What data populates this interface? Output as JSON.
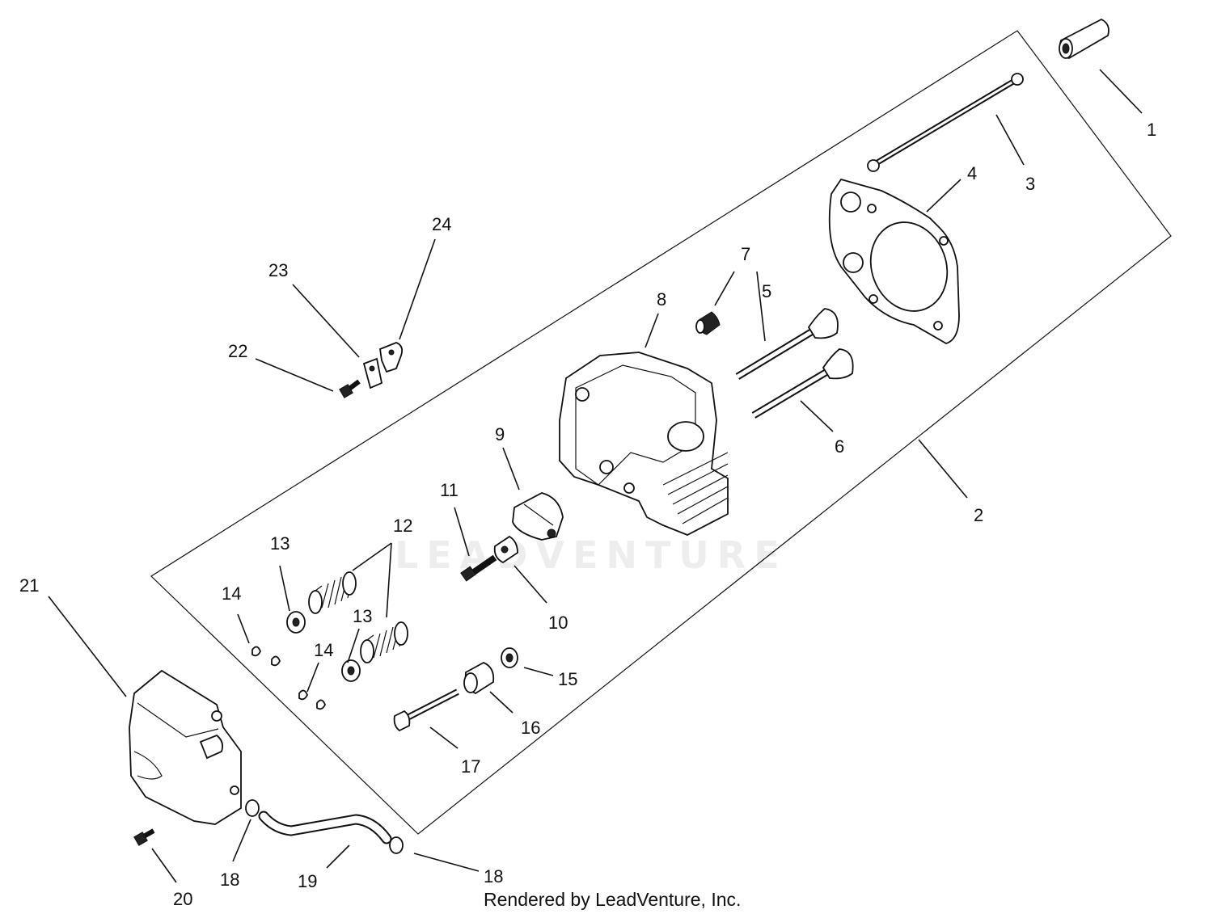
{
  "watermark": "LEADVENTURE",
  "credit": "Rendered by LeadVenture, Inc.",
  "callouts": [
    "1",
    "2",
    "3",
    "4",
    "5",
    "6",
    "7",
    "8",
    "9",
    "10",
    "11",
    "12",
    "13",
    "13",
    "14",
    "14",
    "15",
    "16",
    "17",
    "18",
    "18",
    "19",
    "20",
    "21",
    "22",
    "23",
    "24"
  ]
}
